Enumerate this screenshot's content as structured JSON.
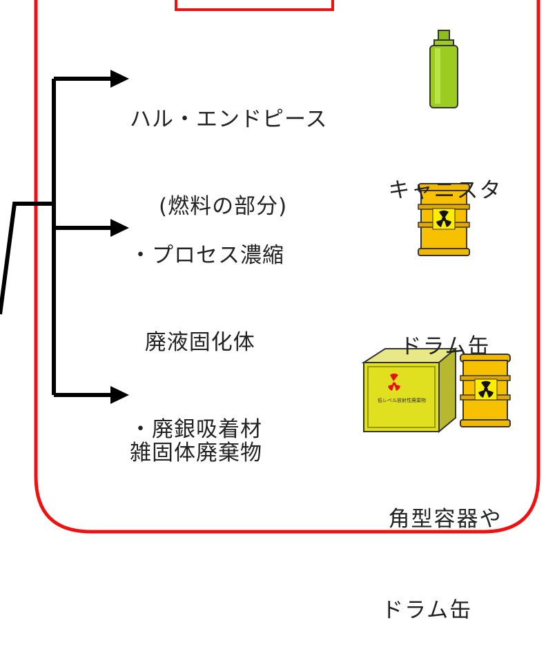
{
  "diagram": {
    "frame_color": "#ee1111",
    "branches": [
      {
        "lines": [
          "ハル・エンドピース",
          "(燃料の部分)"
        ],
        "container_label": [
          "キャニスタ"
        ],
        "container_icon": "canister-icon"
      },
      {
        "lines": [
          "・プロセス濃縮",
          "  廃液固化体",
          "・廃銀吸着材"
        ],
        "container_label": [
          "ドラム缶"
        ],
        "container_icon": "drum-icon"
      },
      {
        "lines": [
          "雑固体廃棄物"
        ],
        "container_label": [
          "角型容器や",
          "ドラム缶"
        ],
        "container_icon": "box-and-drum-icon",
        "box_label": "低レベル放射性廃棄物"
      }
    ]
  }
}
